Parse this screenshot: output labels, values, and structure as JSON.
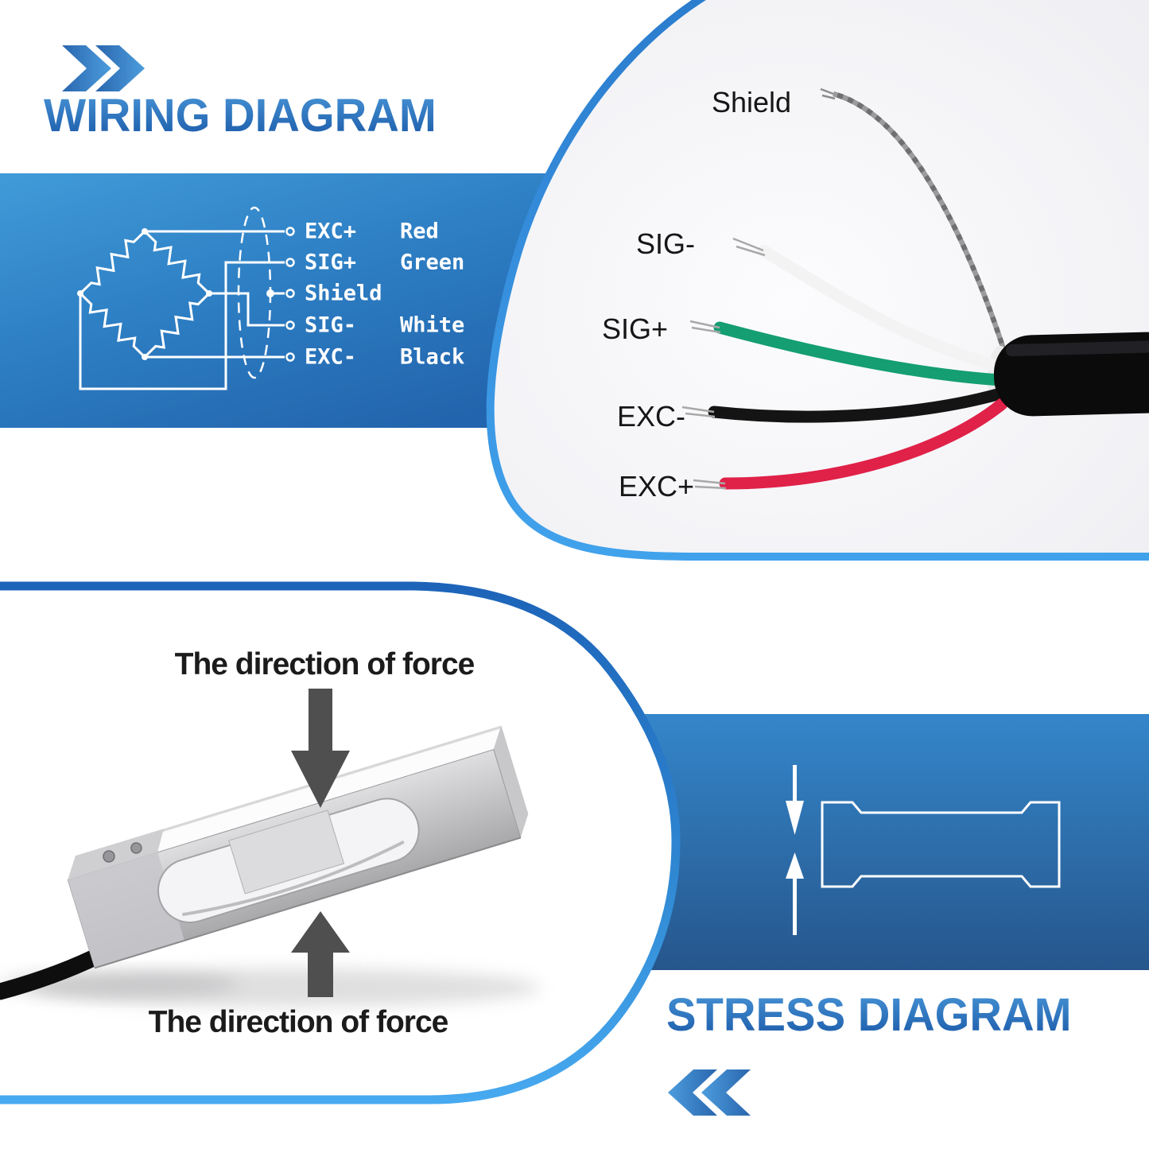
{
  "page": {
    "background": "#ffffff"
  },
  "wiring_section": {
    "title": "WIRING DIAGRAM",
    "icon": "double-chevron-right-icon",
    "panel_colors": {
      "from": "#419bd9",
      "to": "#2264ad"
    },
    "circuit": {
      "line_color": "#ffffff",
      "rows": [
        {
          "terminal": "EXC+",
          "wire": "Red"
        },
        {
          "terminal": "SIG+",
          "wire": "Green"
        },
        {
          "terminal": "Shield",
          "wire": ""
        },
        {
          "terminal": "SIG-",
          "wire": "White"
        },
        {
          "terminal": "EXC-",
          "wire": "Black"
        }
      ]
    }
  },
  "cable_photo": {
    "labels": {
      "shield": "Shield",
      "sig_minus": "SIG-",
      "sig_plus": "SIG+",
      "exc_minus": "EXC-",
      "exc_plus": "EXC+"
    },
    "wire_colors": {
      "shield": "#9b9b9b",
      "sig_minus": "#f3f3f3",
      "sig_plus": "#149e72",
      "exc_minus": "#141414",
      "exc_plus": "#e02148",
      "jacket": "#0b0b0c"
    }
  },
  "force_photo": {
    "top_label": "The direction of force",
    "bottom_label": "The direction of force",
    "arrow_color": "#4f4f50"
  },
  "stress_section": {
    "title": "STRESS DIAGRAM",
    "icon": "double-chevron-left-icon",
    "panel_colors": {
      "from": "#3486ca",
      "to": "#26568c"
    },
    "diagram_color": "#ffffff"
  },
  "accent_colors": {
    "title_gradient_top": "#4a97d8",
    "title_gradient_bottom": "#1d5dab",
    "rim_dark_blue": "#1d64b9",
    "rim_light_blue": "#41a2ec"
  }
}
